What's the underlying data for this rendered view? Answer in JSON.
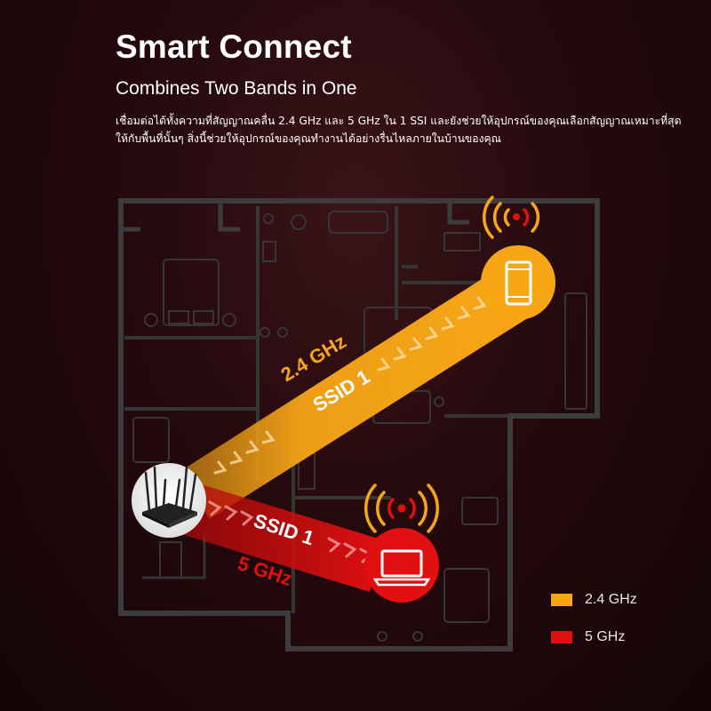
{
  "header": {
    "title": "Smart Connect",
    "subtitle": "Combines Two Bands in One",
    "description": "เชื่อมต่อได้ทั้งความที่สัญญาณคลื่น 2.4 GHz และ 5 GHz ใน 1 SSI และยังช่วยให้อุปกรณ์ของคุณเลือกสัญญาณเหมาะที่สุดให้กับพื้นที่นั้นๆ  สิ่งนี้ช่วยให้อุปกรณ์ของคุณทำงานได้อย่างรื่นไหลภายในบ้านของคุณ"
  },
  "bands": {
    "band_24": {
      "label": "2.4 GHz",
      "ssid": "SSID 1",
      "color": "#f7a616"
    },
    "band_5": {
      "label": "5 GHz",
      "ssid": "SSID 1",
      "color": "#e01010"
    }
  },
  "devices": {
    "router": {
      "icon": "router-icon"
    },
    "phone": {
      "icon": "smartphone-icon"
    },
    "laptop": {
      "icon": "laptop-icon"
    }
  },
  "legend": {
    "items": [
      {
        "label": "2.4 GHz",
        "color": "#f7a616"
      },
      {
        "label": "5 GHz",
        "color": "#e01010"
      }
    ]
  }
}
